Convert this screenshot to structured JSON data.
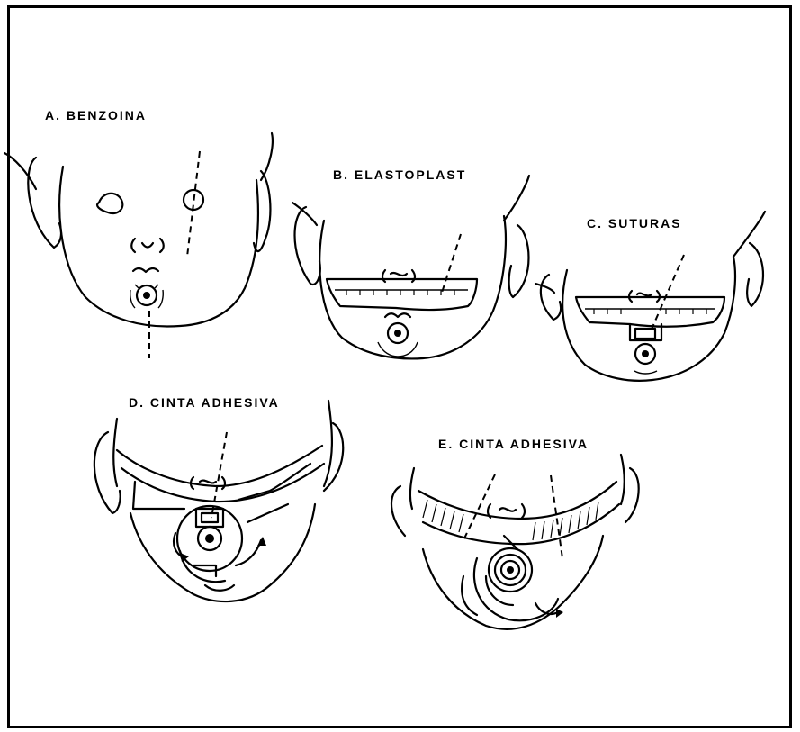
{
  "panels": {
    "a": {
      "label": "A. BENZOINA"
    },
    "b": {
      "label": "B. ELASTOPLAST"
    },
    "c": {
      "label": "C. SUTURAS"
    },
    "d": {
      "label": "D. CINTA ADHESIVA"
    },
    "e": {
      "label": "E. CINTA ADHESIVA"
    }
  }
}
